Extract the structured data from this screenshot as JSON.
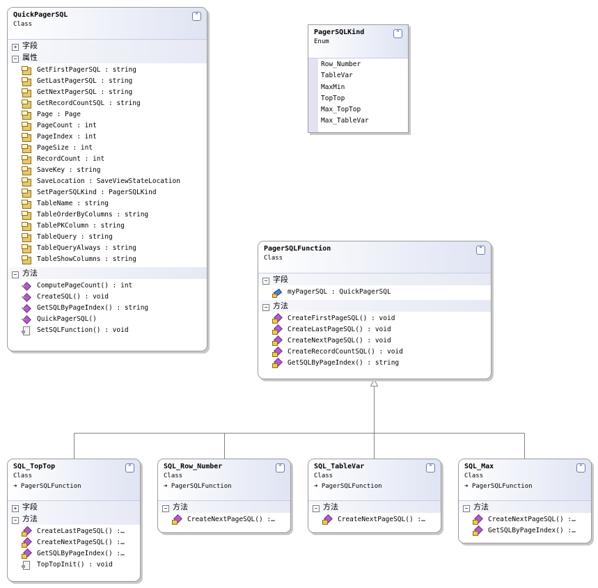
{
  "section_labels": {
    "fields": "字段",
    "properties": "属性",
    "methods": "方法"
  },
  "quick": {
    "name": "QuickPagerSQL",
    "kind": "Class",
    "properties": [
      "GetFirstPagerSQL : string",
      "GetLastPagerSQL : string",
      "GetNextPagerSQL : string",
      "GetRecordCountSQL : string",
      "Page : Page",
      "PageCount : int",
      "PageIndex : int",
      "PageSize : int",
      "RecordCount : int",
      "SaveKey : string",
      "SaveLocation : SaveViewStateLocation",
      "SetPagerSQLKind : PagerSQLKind",
      "TableName : string",
      "TableOrderByColumns : string",
      "TablePKColumn : string",
      "TableQuery : string",
      "TableQueryAlways : string",
      "TableShowColumns : string"
    ],
    "methods": [
      "ComputePageCount() : int",
      "CreateSQL() : void",
      "GetSQLByPageIndex() : string",
      "QuickPagerSQL()",
      "SetSQLFunction() : void"
    ]
  },
  "kind_enum": {
    "name": "PagerSQLKind",
    "kind": "Enum",
    "values": [
      "Row_Number",
      "TableVar",
      "MaxMin",
      "TopTop",
      "Max_TopTop",
      "Max_TableVar"
    ]
  },
  "func": {
    "name": "PagerSQLFunction",
    "kind": "Class",
    "fields": [
      "myPagerSQL : QuickPagerSQL"
    ],
    "methods": [
      "CreateFirstPageSQL() : void",
      "CreateLastPageSQL() : void",
      "CreateNextPageSQL() : void",
      "CreateRecordCountSQL() : void",
      "GetSQLByPageIndex() : string"
    ]
  },
  "toptop": {
    "name": "SQL_TopTop",
    "kind": "Class",
    "inherits": "PagerSQLFunction",
    "methods": [
      "CreateLastPageSQL() :…",
      "CreateNextPageSQL() :…",
      "GetSQLByPageIndex() :…",
      "TopTopInit() : void"
    ]
  },
  "rownum": {
    "name": "SQL_Row_Number",
    "kind": "Class",
    "inherits": "PagerSQLFunction",
    "methods": [
      "CreateNextPageSQL() :…"
    ]
  },
  "tablevar": {
    "name": "SQL_TableVar",
    "kind": "Class",
    "inherits": "PagerSQLFunction",
    "methods": [
      "CreateNextPageSQL() :…"
    ]
  },
  "max": {
    "name": "SQL_Max",
    "kind": "Class",
    "inherits": "PagerSQLFunction",
    "methods": [
      "CreateNextPageSQL() :…",
      "GetSQLByPageIndex() :…"
    ]
  },
  "colors": {
    "header_gradient_end": "#dfe4f3",
    "border": "#9a9a9a",
    "shadow": "#c8c8c8",
    "connector": "#808080",
    "method_icon": "#b35ccd",
    "property_icon": "#e8c868"
  }
}
